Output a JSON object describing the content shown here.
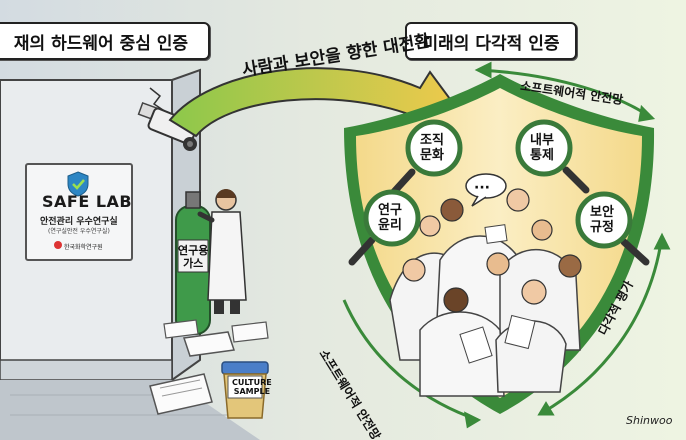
{
  "titles": {
    "left": "재의 하드웨어 중심 인증",
    "right": "미래의 다각적 인증"
  },
  "arrow_banner": "사람과 보안을 향한 대전환",
  "sign": {
    "title": "SAFE LAB",
    "subtitle": "안전관리 우수연구실",
    "subtitle_small": "(연구실안전 우수연구실)",
    "org": "한국화학연구원"
  },
  "gas_label": {
    "line1": "연구용",
    "line2": "가스"
  },
  "jar_label": {
    "line1": "CULTURE",
    "line2": "SAMPLE"
  },
  "lenses": [
    {
      "line1": "조직",
      "line2": "문화"
    },
    {
      "line1": "내부",
      "line2": "통제"
    },
    {
      "line1": "연구",
      "line2": "윤리"
    },
    {
      "line1": "보안",
      "line2": "규정"
    }
  ],
  "arc_labels": {
    "top": "소프트웨어적 안전망",
    "bottom_left": "소프트웨어적 안전망",
    "right": "다각적 평가"
  },
  "speech_bubble": "···",
  "signature": "Shinwoo",
  "colors": {
    "arrow_yellow": "#f2c94c",
    "arrow_green": "#8cc84b",
    "shield_green": "#3a8a3a",
    "shield_gold": "#e9bd4a",
    "right_bg": "#e8f0dc",
    "left_bg": "#d6dde2"
  }
}
